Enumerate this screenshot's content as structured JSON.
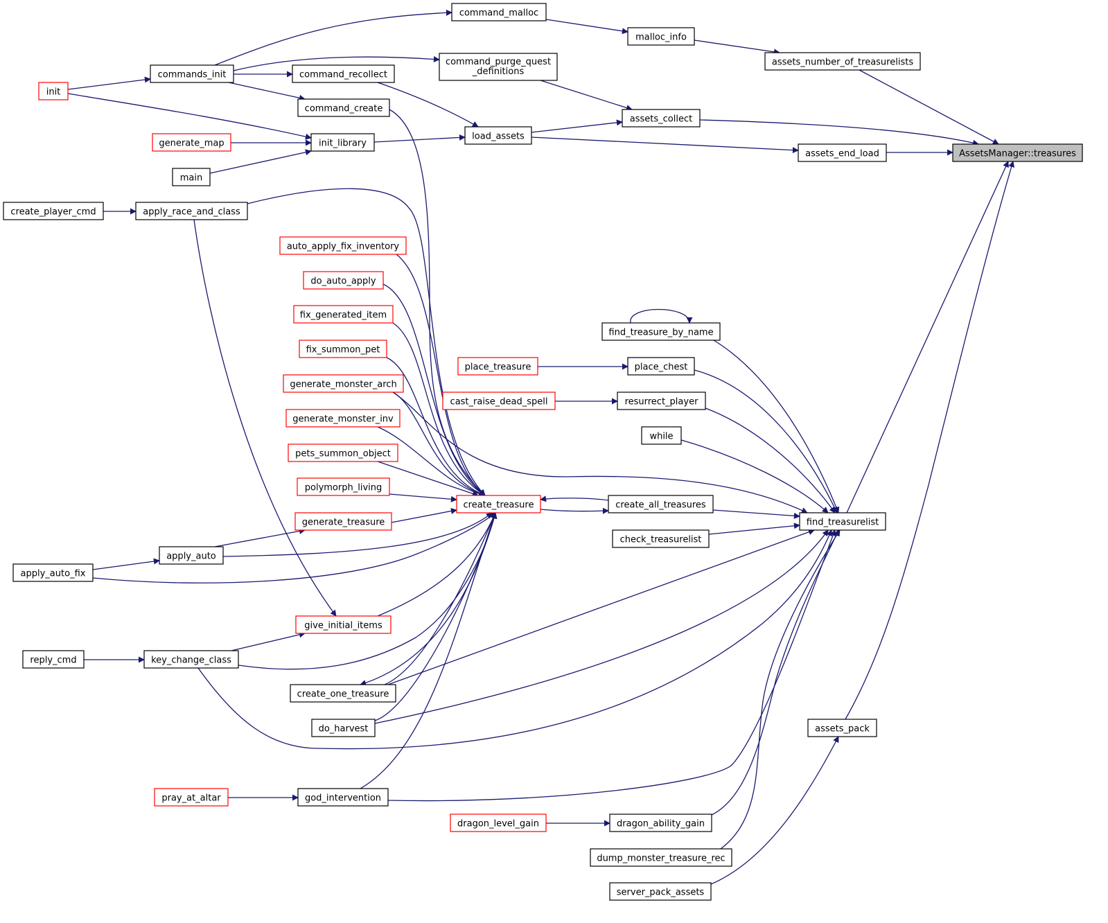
{
  "colors": {
    "edge": "#191970",
    "node_border": "#000000",
    "node_border_red": "#ff0000",
    "highlight_fill": "#bfbfbf",
    "background": "#ffffff"
  },
  "nodes": [
    {
      "id": "command_malloc",
      "label": "command_malloc"
    },
    {
      "id": "malloc_info",
      "label": "malloc_info"
    },
    {
      "id": "assets_number_of_treasurelists",
      "label": "assets_number_of_treasurelists"
    },
    {
      "id": "command_purge_quest_definitions",
      "label": "command_purge_quest",
      "label2": "_definitions"
    },
    {
      "id": "commands_init",
      "label": "commands_init"
    },
    {
      "id": "command_recollect",
      "label": "command_recollect"
    },
    {
      "id": "init",
      "label": "init",
      "red": true
    },
    {
      "id": "command_create",
      "label": "command_create"
    },
    {
      "id": "assets_collect",
      "label": "assets_collect"
    },
    {
      "id": "load_assets",
      "label": "load_assets"
    },
    {
      "id": "generate_map",
      "label": "generate_map",
      "red": true
    },
    {
      "id": "init_library",
      "label": "init_library"
    },
    {
      "id": "assets_end_load",
      "label": "assets_end_load"
    },
    {
      "id": "assets_manager_treasures",
      "label": "AssetsManager::treasures",
      "highlight": true
    },
    {
      "id": "main",
      "label": "main"
    },
    {
      "id": "create_player_cmd",
      "label": "create_player_cmd"
    },
    {
      "id": "apply_race_and_class",
      "label": "apply_race_and_class"
    },
    {
      "id": "auto_apply_fix_inventory",
      "label": "auto_apply_fix_inventory",
      "red": true
    },
    {
      "id": "do_auto_apply",
      "label": "do_auto_apply",
      "red": true
    },
    {
      "id": "find_treasure_by_name",
      "label": "find_treasure_by_name"
    },
    {
      "id": "fix_generated_item",
      "label": "fix_generated_item",
      "red": true
    },
    {
      "id": "fix_summon_pet",
      "label": "fix_summon_pet",
      "red": true
    },
    {
      "id": "place_treasure",
      "label": "place_treasure",
      "red": true
    },
    {
      "id": "place_chest",
      "label": "place_chest"
    },
    {
      "id": "generate_monster_arch",
      "label": "generate_monster_arch",
      "red": true
    },
    {
      "id": "cast_raise_dead_spell",
      "label": "cast_raise_dead_spell",
      "red": true
    },
    {
      "id": "resurrect_player",
      "label": "resurrect_player"
    },
    {
      "id": "generate_monster_inv",
      "label": "generate_monster_inv",
      "red": true
    },
    {
      "id": "while",
      "label": "while"
    },
    {
      "id": "pets_summon_object",
      "label": "pets_summon_object",
      "red": true
    },
    {
      "id": "polymorph_living",
      "label": "polymorph_living",
      "red": true
    },
    {
      "id": "create_treasure",
      "label": "create_treasure",
      "red": true
    },
    {
      "id": "create_all_treasures",
      "label": "create_all_treasures"
    },
    {
      "id": "generate_treasure",
      "label": "generate_treasure",
      "red": true
    },
    {
      "id": "find_treasurelist",
      "label": "find_treasurelist"
    },
    {
      "id": "check_treasurelist",
      "label": "check_treasurelist"
    },
    {
      "id": "apply_auto",
      "label": "apply_auto"
    },
    {
      "id": "apply_auto_fix",
      "label": "apply_auto_fix"
    },
    {
      "id": "give_initial_items",
      "label": "give_initial_items",
      "red": true
    },
    {
      "id": "reply_cmd",
      "label": "reply_cmd"
    },
    {
      "id": "key_change_class",
      "label": "key_change_class"
    },
    {
      "id": "create_one_treasure",
      "label": "create_one_treasure"
    },
    {
      "id": "do_harvest",
      "label": "do_harvest"
    },
    {
      "id": "assets_pack",
      "label": "assets_pack"
    },
    {
      "id": "pray_at_altar",
      "label": "pray_at_altar",
      "red": true
    },
    {
      "id": "god_intervention",
      "label": "god_intervention"
    },
    {
      "id": "dragon_level_gain",
      "label": "dragon_level_gain",
      "red": true
    },
    {
      "id": "dragon_ability_gain",
      "label": "dragon_ability_gain"
    },
    {
      "id": "dump_monster_treasure_rec",
      "label": "dump_monster_treasure_rec"
    },
    {
      "id": "server_pack_assets",
      "label": "server_pack_assets"
    }
  ]
}
